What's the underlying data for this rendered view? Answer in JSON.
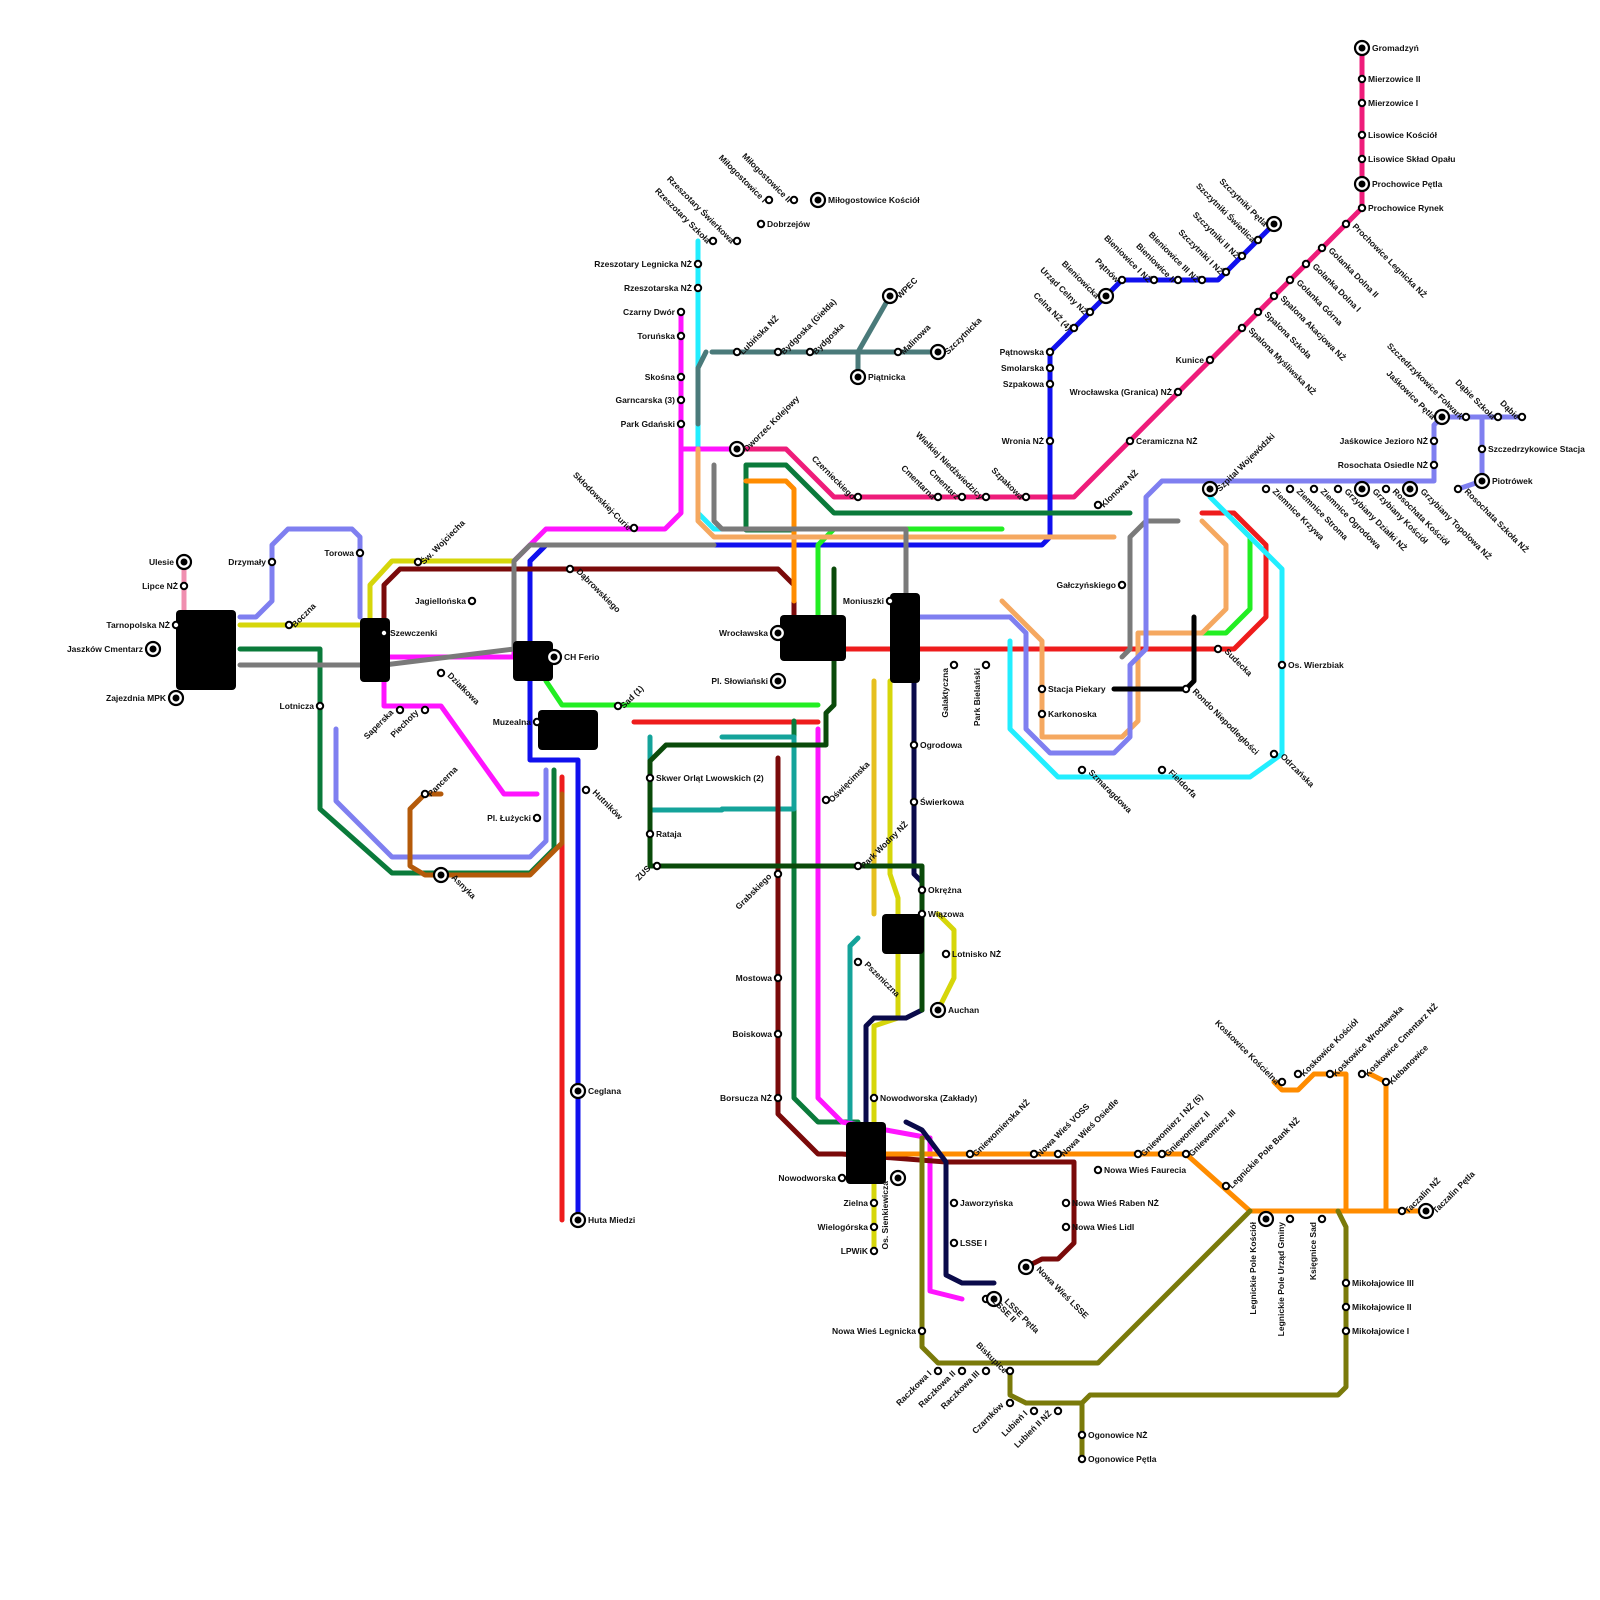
{
  "colors": {
    "red": "#ee1c1c",
    "blue": "#1010ee",
    "green": "#22ee22",
    "darkgreen": "#0a7a3a",
    "teal": "#14a39a",
    "cyan": "#22eeff",
    "magenta": "#ff14ff",
    "pink": "#ee1c7a",
    "maroon": "#7a0a0a",
    "orange": "#ff8c00",
    "peach": "#f5a860",
    "yellow": "#d6d60a",
    "gold": "#e6c020",
    "gray": "#7a7a7a",
    "periwinkle": "#7f7ff0",
    "navy": "#0a0a4a",
    "olive": "#7a7a0a",
    "brown": "#b45a0a",
    "slate": "#4a7a7a",
    "forest": "#0a4a0a",
    "lightpink": "#f08fb0",
    "lime": "#9ae60a",
    "black": "#000000"
  },
  "stations": [
    {
      "id": "ulesie",
      "name": "Ulesie",
      "side": "l",
      "term": true
    },
    {
      "id": "lipce",
      "name": "Lipce NŻ",
      "side": "l"
    },
    {
      "id": "tarnopolska",
      "name": "Tarnopolska NŻ",
      "side": "l"
    },
    {
      "id": "jaszkow",
      "name": "Jaszków Cmentarz",
      "side": "l",
      "term": true
    },
    {
      "id": "zajezdnia",
      "name": "Zajezdnia MPK",
      "side": "l",
      "term": true
    },
    {
      "id": "drzymaly",
      "name": "Drzymały",
      "side": "l"
    },
    {
      "id": "boczna",
      "name": "Boczna",
      "side": "r",
      "rot": true
    },
    {
      "id": "torowa",
      "name": "Torowa",
      "side": "l"
    },
    {
      "id": "wojciecha",
      "name": "Św. Wojciecha",
      "side": "r",
      "rot": true
    },
    {
      "id": "szewczenki",
      "name": "Szewczenki",
      "side": "r"
    },
    {
      "id": "jagiellonska",
      "name": "Jagiellońska",
      "side": "l"
    },
    {
      "id": "dzialkowa",
      "name": "Działkowa",
      "side": "r",
      "rot2": true
    },
    {
      "id": "lotnicza",
      "name": "Lotnicza",
      "side": "l"
    },
    {
      "id": "saperska",
      "name": "Saperska",
      "side": "l",
      "rot": true
    },
    {
      "id": "piechoty",
      "name": "Piechoty",
      "side": "l",
      "rot": true
    },
    {
      "id": "pancerna",
      "name": "Pancerna",
      "side": "r",
      "rot": true
    },
    {
      "id": "asnyka",
      "name": "Asnyka",
      "side": "r",
      "rot2": true,
      "term": true
    },
    {
      "id": "chferio",
      "name": "CH Ferio",
      "side": "r",
      "term": true
    },
    {
      "id": "sklodowskiej",
      "name": "Skłodowskiej-Curie",
      "side": "l",
      "rot2": true
    },
    {
      "id": "dabrowskiego",
      "name": "Dąbrowskiego",
      "side": "r",
      "rot2": true
    },
    {
      "id": "muzealna",
      "name": "Muzealna",
      "side": "l"
    },
    {
      "id": "sad",
      "name": "Sad (1)",
      "side": "r",
      "rot": true
    },
    {
      "id": "pllużycki",
      "name": "Pl. Łużycki",
      "side": "l"
    },
    {
      "id": "hutnikow",
      "name": "Hutników",
      "side": "r",
      "rot2": true
    },
    {
      "id": "ceglana",
      "name": "Ceglana",
      "side": "r",
      "term": true
    },
    {
      "id": "hutamiedzi",
      "name": "Huta Miedzi",
      "side": "r",
      "term": true
    },
    {
      "id": "skwer",
      "name": "Skwer Orląt Lwowskich (2)",
      "side": "r"
    },
    {
      "id": "rataja",
      "name": "Rataja",
      "side": "r"
    },
    {
      "id": "zus",
      "name": "ZUS",
      "side": "l",
      "rot": true
    },
    {
      "id": "wroclawska",
      "name": "Wrocławska",
      "side": "l",
      "term": true
    },
    {
      "id": "plslowianski",
      "name": "Pl. Słowiański",
      "side": "l",
      "term": true
    },
    {
      "id": "oswiecimska",
      "name": "Oświęcimska",
      "side": "r",
      "rot": true
    },
    {
      "id": "grabskiego",
      "name": "Grabskiego",
      "side": "l",
      "rot": true
    },
    {
      "id": "mostowa",
      "name": "Mostowa",
      "side": "l"
    },
    {
      "id": "boiskowa",
      "name": "Boiskowa",
      "side": "l"
    },
    {
      "id": "borsucza",
      "name": "Borsucza NŻ",
      "side": "l"
    },
    {
      "id": "dworzec",
      "name": "Dworzec Kolejowy",
      "side": "r",
      "rot": true,
      "term": true
    },
    {
      "id": "rzeszotaryszkola",
      "name": "Rzeszotary Szkoła",
      "side": "l",
      "rot2": true
    },
    {
      "id": "rzeszotaryswierkowa",
      "name": "Rzeszotary Świerkowa",
      "side": "l",
      "rot2": true
    },
    {
      "id": "milogostowice1",
      "name": "Miłogostowice I",
      "side": "l",
      "rot2": true
    },
    {
      "id": "milogostowice2",
      "name": "Miłogostowice II",
      "side": "l",
      "rot2": true
    },
    {
      "id": "milogostowicekosciol",
      "name": "Miłogostowice Kościół",
      "side": "r",
      "term": true
    },
    {
      "id": "dobrzejow",
      "name": "Dobrzejów",
      "side": "r"
    },
    {
      "id": "rzeszotarylegnicka",
      "name": "Rzeszotary Legnicka NŻ",
      "side": "l"
    },
    {
      "id": "rzeszotarska",
      "name": "Rzeszotarska NŻ",
      "side": "l"
    },
    {
      "id": "czarnydwor",
      "name": "Czarny Dwór",
      "side": "l"
    },
    {
      "id": "torunska",
      "name": "Toruńska",
      "side": "l"
    },
    {
      "id": "skosna",
      "name": "Skośna",
      "side": "l"
    },
    {
      "id": "garncarska",
      "name": "Garncarska (3)",
      "side": "l"
    },
    {
      "id": "parkgdanski",
      "name": "Park Gdański",
      "side": "l"
    },
    {
      "id": "lubinska",
      "name": "Lubińska NŻ",
      "side": "r",
      "rot": true
    },
    {
      "id": "bydgoskagielda",
      "name": "Bydgoska (Giełda)",
      "side": "r",
      "rot": true
    },
    {
      "id": "bydgoska",
      "name": "Bydgoska",
      "side": "r",
      "rot": true
    },
    {
      "id": "wpec",
      "name": "WPEC",
      "side": "r",
      "rot": true,
      "term": true
    },
    {
      "id": "malinowa",
      "name": "Malinowa",
      "side": "r",
      "rot": true
    },
    {
      "id": "szczytnicka",
      "name": "Szczytnicka",
      "side": "r",
      "rot": true,
      "term": true
    },
    {
      "id": "piatnicka",
      "name": "Piątnicka",
      "side": "r",
      "term": true
    },
    {
      "id": "czernieckiego",
      "name": "Czernieckiego",
      "side": "l",
      "rot2": true
    },
    {
      "id": "moniuszki",
      "name": "Moniuszki",
      "side": "l"
    },
    {
      "id": "cmentarna",
      "name": "Cmentarna",
      "side": "l",
      "rot2": true
    },
    {
      "id": "cmentarz",
      "name": "Cmentarz",
      "side": "l",
      "rot2": true
    },
    {
      "id": "niedzwiedzia",
      "name": "Wielkiej Niedźwiedzicy",
      "side": "l",
      "rot2": true
    },
    {
      "id": "szpakowa",
      "name": "Szpakowa",
      "side": "l",
      "rot2": true
    },
    {
      "id": "klonowa",
      "name": "Klonowa NŻ",
      "side": "r",
      "rot": true
    },
    {
      "id": "galaktyczna",
      "name": "Galaktyczna",
      "side": "l",
      "rot3": true
    },
    {
      "id": "parkbielanski",
      "name": "Park Bielański",
      "side": "l",
      "rot3": true
    },
    {
      "id": "stacjapiekary",
      "name": "Stacja Piekary",
      "side": "r"
    },
    {
      "id": "karkonoska",
      "name": "Karkonoska",
      "side": "r"
    },
    {
      "id": "szmaragdowa",
      "name": "Szmaragdowa",
      "side": "r",
      "rot2": true
    },
    {
      "id": "fieldorfa",
      "name": "Fieldorfa",
      "side": "r",
      "rot2": true
    },
    {
      "id": "galczynskiego",
      "name": "Gałczyńskiego",
      "side": "l"
    },
    {
      "id": "sudecka",
      "name": "Sudecka",
      "side": "r",
      "rot2": true
    },
    {
      "id": "rondo",
      "name": "Rondo Niepodległości",
      "side": "r",
      "rot2": true
    },
    {
      "id": "oswierbiak",
      "name": "Os. Wierzbiak",
      "side": "r"
    },
    {
      "id": "odrzanska",
      "name": "Odrzańska",
      "side": "r",
      "rot2": true
    },
    {
      "id": "szpital",
      "name": "Szpital Wojewódzki",
      "side": "r",
      "rot": true,
      "term": true
    },
    {
      "id": "ziemniczkrzywa",
      "name": "Ziemnice Krzywa",
      "side": "r",
      "rot2": true
    },
    {
      "id": "ziemnicestroma",
      "name": "Ziemnice Stroma",
      "side": "r",
      "rot2": true
    },
    {
      "id": "ziemniceogrodowa",
      "name": "Ziemnice Ogrodowa",
      "side": "r",
      "rot2": true
    },
    {
      "id": "grzybianydzialki",
      "name": "Grzybiany Działki NŻ",
      "side": "r",
      "rot2": true
    },
    {
      "id": "grzybianykosciol",
      "name": "Grzybiany Kościół",
      "side": "r",
      "rot2": true,
      "term": true
    },
    {
      "id": "grzybianytopolowa",
      "name": "Grzybiany Topolowa NŻ",
      "side": "r",
      "rot2": true,
      "term": true
    },
    {
      "id": "rosochataszkola",
      "name": "Rosochata Szkoła NŻ",
      "side": "r",
      "rot2": true
    },
    {
      "id": "rosochatakosciol",
      "name": "Rosochata Kościół",
      "side": "r",
      "rot2": true
    },
    {
      "id": "rosochataosiedle",
      "name": "Rosochata Osiedle NŻ",
      "side": "l"
    },
    {
      "id": "jaskowicejezioro",
      "name": "Jaśkowice Jezioro NŻ",
      "side": "l"
    },
    {
      "id": "jaskowicepetla",
      "name": "Jaśkowice Pętla",
      "side": "l",
      "rot2": true,
      "term": true
    },
    {
      "id": "szczedrzykowicefolwark",
      "name": "Szczedrzykowice Folwark",
      "side": "l",
      "rot2": true
    },
    {
      "id": "dabieszkola",
      "name": "Dąbie Szkoła",
      "side": "l",
      "rot2": true
    },
    {
      "id": "dabie",
      "name": "Dąbie",
      "side": "l",
      "rot2": true
    },
    {
      "id": "szczedrzykowicestacja",
      "name": "Szczedrzykowice Stacja",
      "side": "r"
    },
    {
      "id": "piotrowek",
      "name": "Piotrówek",
      "side": "r",
      "term": true
    },
    {
      "id": "patnowska",
      "name": "Pątnowska",
      "side": "l"
    },
    {
      "id": "smolarska",
      "name": "Smolarska",
      "side": "l"
    },
    {
      "id": "szpakowa2",
      "name": "Szpakowa",
      "side": "l"
    },
    {
      "id": "wronia",
      "name": "Wronia NŻ",
      "side": "l"
    },
    {
      "id": "celna4",
      "name": "Celna NŻ (4)",
      "side": "l",
      "rot2": true
    },
    {
      "id": "urzadcelny",
      "name": "Urząd Celny NŻ",
      "side": "l",
      "rot2": true
    },
    {
      "id": "bieniowicka",
      "name": "Bieniowicka",
      "side": "l",
      "rot2": true,
      "term": true
    },
    {
      "id": "patnow",
      "name": "Pątnów",
      "side": "l",
      "rot2": true
    },
    {
      "id": "bienowice1",
      "name": "Bieniowice I NŻ",
      "side": "l",
      "rot2": true
    },
    {
      "id": "bienowice2",
      "name": "Bieniowice II",
      "side": "l",
      "rot2": true
    },
    {
      "id": "bienowice3",
      "name": "Bieniowice III NŻ",
      "side": "l",
      "rot2": true
    },
    {
      "id": "szczytniki1",
      "name": "Szczytniki I NŻ",
      "side": "l",
      "rot2": true
    },
    {
      "id": "szczytniki2",
      "name": "Szczytniki II NŻ",
      "side": "l",
      "rot2": true
    },
    {
      "id": "szczytnikiswietlica",
      "name": "Szczytniki Świetlica",
      "side": "l",
      "rot2": true
    },
    {
      "id": "szczytnikipetla",
      "name": "Szczytniki Pętla",
      "side": "l",
      "rot2": true,
      "term": true
    },
    {
      "id": "gromadzyn",
      "name": "Gromadzyń",
      "side": "r",
      "term": true
    },
    {
      "id": "mierzowice2",
      "name": "Mierzowice II",
      "side": "r"
    },
    {
      "id": "mierzowice1",
      "name": "Mierzowice I",
      "side": "r"
    },
    {
      "id": "lisowicekosciol",
      "name": "Lisowice Kościół",
      "side": "r"
    },
    {
      "id": "lisowicesklad",
      "name": "Lisowice Skład Opału",
      "side": "r"
    },
    {
      "id": "prochowicepetla",
      "name": "Prochowice Pętla",
      "side": "r",
      "term": true
    },
    {
      "id": "prochowicerynek",
      "name": "Prochowice Rynek",
      "side": "r"
    },
    {
      "id": "prochowicelegnicka",
      "name": "Prochowice Legnicka NŻ",
      "side": "r",
      "rot2": true
    },
    {
      "id": "golankadolna2",
      "name": "Golanka Dolna II",
      "side": "r",
      "rot2": true
    },
    {
      "id": "golankadolna1",
      "name": "Golanka Dolna I",
      "side": "r",
      "rot2": true
    },
    {
      "id": "golankagorna",
      "name": "Golanka Górna",
      "side": "r",
      "rot2": true
    },
    {
      "id": "spalonaakacjowa",
      "name": "Spalona Akacjowa NŻ",
      "side": "r",
      "rot2": true
    },
    {
      "id": "spalonaszkola",
      "name": "Spalona Szkoła",
      "side": "r",
      "rot2": true
    },
    {
      "id": "spalonamysliwska",
      "name": "Spalona Myśliwska NŻ",
      "side": "r",
      "rot2": true
    },
    {
      "id": "kunice",
      "name": "Kunice",
      "side": "l"
    },
    {
      "id": "wroclawskagranica",
      "name": "Wrocławska (Granica) NŻ",
      "side": "l"
    },
    {
      "id": "ceramiczna",
      "name": "Ceramiczna NŻ",
      "side": "r"
    },
    {
      "id": "ogrodowa",
      "name": "Ogrodowa",
      "side": "r"
    },
    {
      "id": "swierkowa",
      "name": "Świerkowa",
      "side": "r"
    },
    {
      "id": "parkwodny",
      "name": "Park Wodny NŻ",
      "side": "r",
      "rot": true
    },
    {
      "id": "okrezna",
      "name": "Okrężna",
      "side": "r"
    },
    {
      "id": "wiazowa",
      "name": "Wiązowa",
      "side": "r"
    },
    {
      "id": "lotnisko",
      "name": "Lotnisko NŻ",
      "side": "r"
    },
    {
      "id": "auchan",
      "name": "Auchan",
      "side": "r",
      "term": true
    },
    {
      "id": "pszeniczna",
      "name": "Pszeniczna",
      "side": "r",
      "rot2": true
    },
    {
      "id": "nowodworskazaklady",
      "name": "Nowodworska (Zakłady)",
      "side": "r"
    },
    {
      "id": "nowodworska",
      "name": "Nowodworska",
      "side": "l"
    },
    {
      "id": "zielna",
      "name": "Zielna",
      "side": "l"
    },
    {
      "id": "wielogorska",
      "name": "Wielogórska",
      "side": "l"
    },
    {
      "id": "lpwik",
      "name": "LPWiK",
      "side": "l"
    },
    {
      "id": "ossienkiewicza",
      "name": "Os. Sienkiewicza",
      "side": "l",
      "rot3": true,
      "term": true
    },
    {
      "id": "jaworzynska",
      "name": "Jaworzyńska",
      "side": "r"
    },
    {
      "id": "lsse1",
      "name": "LSSE I",
      "side": "r"
    },
    {
      "id": "lsse2",
      "name": "LSSE II",
      "side": "r",
      "rot2": true
    },
    {
      "id": "lssepetla",
      "name": "LSSE Pętla",
      "side": "r",
      "rot2": true,
      "term": true
    },
    {
      "id": "gniewomierska",
      "name": "Gniewomierska NŻ",
      "side": "r",
      "rot": true
    },
    {
      "id": "nowawiesvoss",
      "name": "Nowa Wieś VOSS",
      "side": "r",
      "rot": true
    },
    {
      "id": "nowawiesosiedle",
      "name": "Nowa Wieś Osiedle",
      "side": "r",
      "rot": true
    },
    {
      "id": "nowawiesfaurecia",
      "name": "Nowa Wieś Faurecia",
      "side": "r"
    },
    {
      "id": "nowawiesraben",
      "name": "Nowa Wieś Raben NŻ",
      "side": "r"
    },
    {
      "id": "nowawieslidl",
      "name": "Nowa Wieś Lidl",
      "side": "r"
    },
    {
      "id": "nowawieslsse",
      "name": "Nowa Wieś LSSE",
      "side": "r",
      "rot2": true,
      "term": true
    },
    {
      "id": "gniewomierz1",
      "name": "Gniewomierz I NŻ (5)",
      "side": "r",
      "rot": true
    },
    {
      "id": "gniewomierz2",
      "name": "Gniewomierz II",
      "side": "r",
      "rot": true
    },
    {
      "id": "gniewomierz3",
      "name": "Gniewomierz III",
      "side": "r",
      "rot": true
    },
    {
      "id": "legnickiepolebank",
      "name": "Legnickie Pole Bank NŻ",
      "side": "r",
      "rot": true
    },
    {
      "id": "legnickiepolekosciol",
      "name": "Legnickie Pole Kościół",
      "side": "l",
      "rot3": true,
      "term": true
    },
    {
      "id": "legnickiepoleurzad",
      "name": "Legnickie Pole Urząd Gminy",
      "side": "l",
      "rot3": true
    },
    {
      "id": "ksiegnicesad",
      "name": "Księgnice Sad",
      "side": "l",
      "rot3": true
    },
    {
      "id": "koskowicekoscielna",
      "name": "Koskowice Kościelna",
      "side": "l",
      "rot2": true
    },
    {
      "id": "koskowicekosciol",
      "name": "Koskowice Kościół",
      "side": "r",
      "rot": true
    },
    {
      "id": "koskowicewroclawska",
      "name": "Koskowice Wrocławska",
      "side": "r",
      "rot": true
    },
    {
      "id": "koskowicecmentarz",
      "name": "Koskowice Cmentarz NŻ",
      "side": "r",
      "rot": true
    },
    {
      "id": "klebanowice",
      "name": "Klebanowice",
      "side": "r",
      "rot": true
    },
    {
      "id": "taczalinnz",
      "name": "Taczalin NŻ",
      "side": "r",
      "rot": true
    },
    {
      "id": "taczalinpetla",
      "name": "Taczalin Pętla",
      "side": "r",
      "rot": true,
      "term": true
    },
    {
      "id": "mikolajowice3",
      "name": "Mikołajowice III",
      "side": "r"
    },
    {
      "id": "mikolajowice2",
      "name": "Mikołajowice II",
      "side": "r"
    },
    {
      "id": "mikolajowice1",
      "name": "Mikołajowice I",
      "side": "r"
    },
    {
      "id": "nowawieslegnicka",
      "name": "Nowa Wieś Legnicka",
      "side": "l"
    },
    {
      "id": "raczkowa1",
      "name": "Raczkowa I",
      "side": "l",
      "rot": true
    },
    {
      "id": "raczkowa2",
      "name": "Raczkowa II",
      "side": "l",
      "rot": true
    },
    {
      "id": "raczkowa3",
      "name": "Raczkowa III",
      "side": "l",
      "rot": true
    },
    {
      "id": "biskupice",
      "name": "Biskupice",
      "side": "l",
      "rot2": true
    },
    {
      "id": "czarnkow",
      "name": "Czarnków",
      "side": "l",
      "rot": true
    },
    {
      "id": "lubien1",
      "name": "Lubień I",
      "side": "l",
      "rot": true
    },
    {
      "id": "lubien2",
      "name": "Lubień II NŻ",
      "side": "l",
      "rot": true
    },
    {
      "id": "ogonowicenz",
      "name": "Ogonowice NŻ",
      "side": "r"
    },
    {
      "id": "ogonowicepetla",
      "name": "Ogonowice Pętla",
      "side": "r"
    }
  ]
}
